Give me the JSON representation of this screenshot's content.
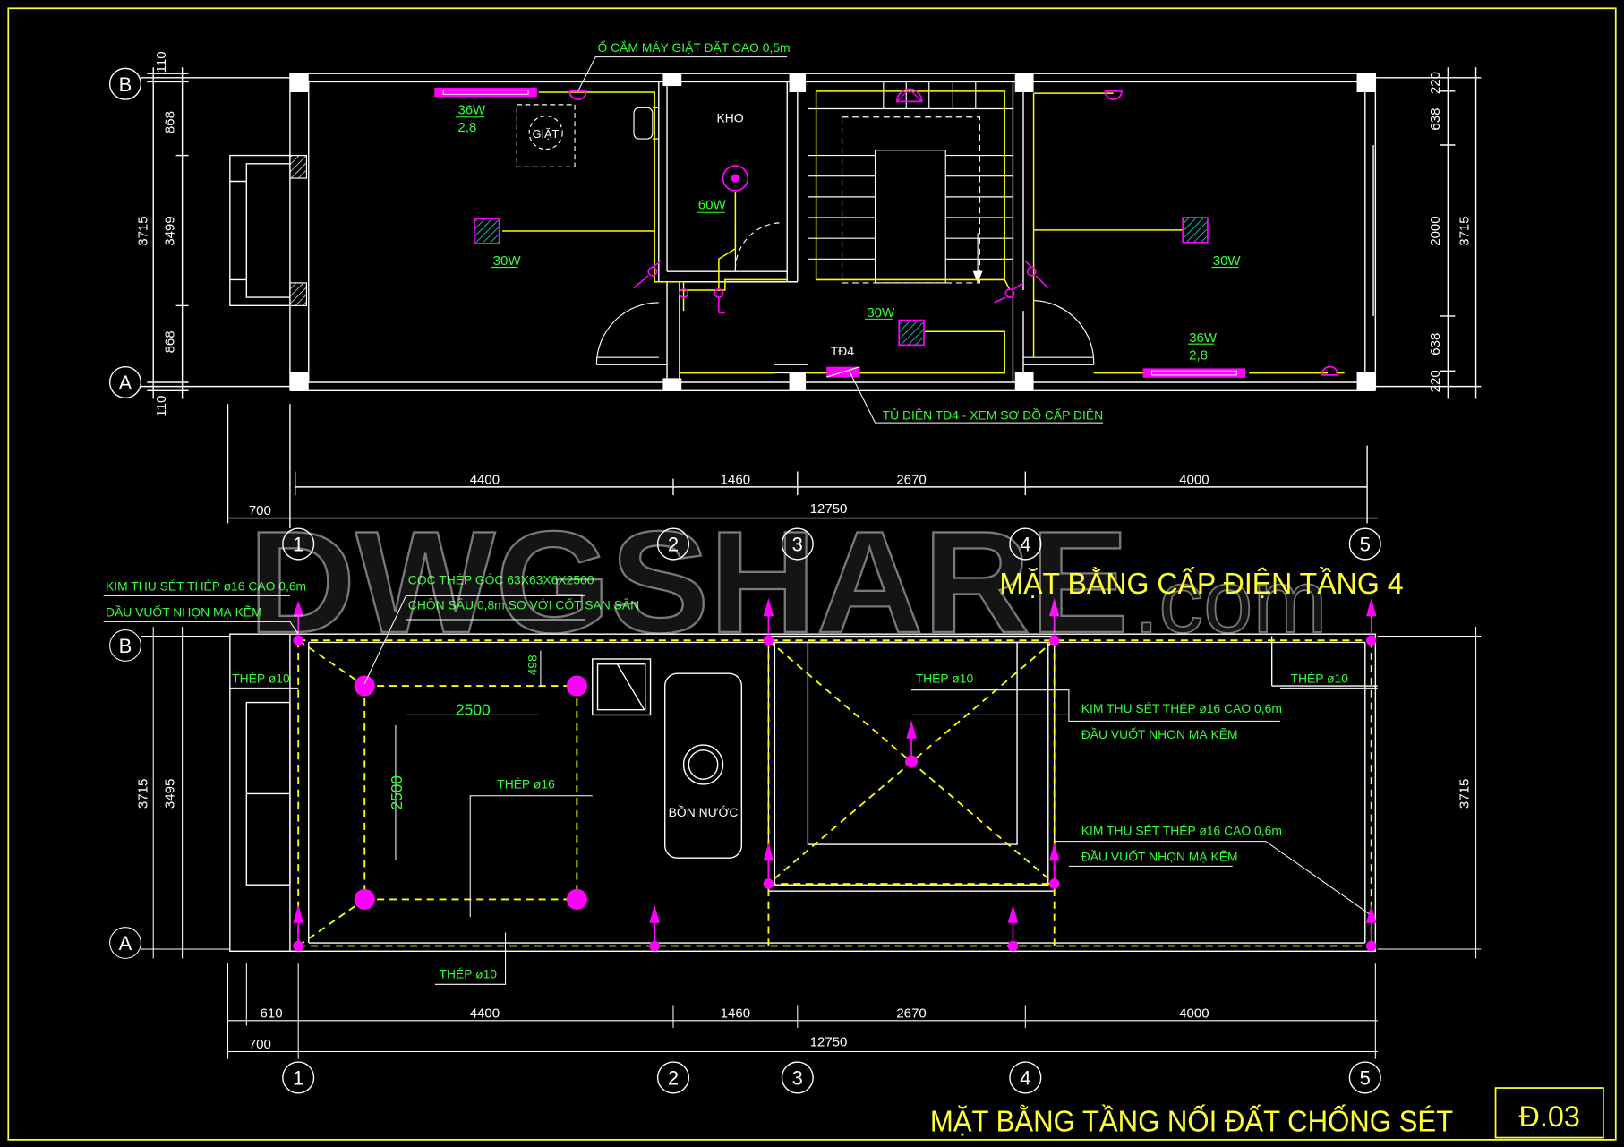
{
  "colors": {
    "background": "#000000",
    "wall": "#ffffff",
    "wiring": "#ffff00",
    "label": "#33ff33",
    "device": "#ff00ff",
    "dimension": "#ffffff",
    "title": "#ffff33",
    "fixture_fill": "#00e5e5"
  },
  "watermark": {
    "brand": "DWGSHARE",
    "suffix": ".com"
  },
  "sheet_code": "Đ.03",
  "plan_top": {
    "title": "MẶT BẰNG CẤP ĐIỆN TẦNG 4",
    "grid_rows": [
      "B",
      "A"
    ],
    "grid_cols": [
      "1",
      "2",
      "3",
      "4",
      "5"
    ],
    "room_labels": {
      "storage": "KHO",
      "washer": "GIẶT"
    },
    "annotations": {
      "washer_outlet": "Ổ CẮM MÁY GIẶT ĐẶT CAO 0,5m",
      "panel_ref": "TỦ ĐIỆN TĐ4 - XEM SƠ ĐỒ CẤP ĐIỆN",
      "panel_tag": "TĐ4"
    },
    "fixtures": {
      "tube_top_watt": "36W",
      "tube_top_len": "2,8",
      "tube_bottom_watt": "36W",
      "tube_bottom_len": "2,8",
      "lamp_left": "30W",
      "lamp_center": "30W",
      "lamp_right": "30W",
      "lamp_storage": "60W"
    },
    "dims_left": [
      "110",
      "868",
      "3715",
      "3499",
      "868",
      "110"
    ],
    "dims_right": [
      "220",
      "638",
      "2000",
      "3715",
      "638",
      "220"
    ],
    "dims_bottom_spans": [
      "4400",
      "1460",
      "2670",
      "4000"
    ],
    "dims_bottom_offset": "700",
    "dims_bottom_total": "12750"
  },
  "plan_bottom": {
    "title": "MẶT BẰNG TẦNG NỐI ĐẤT CHỐNG SÉT",
    "grid_rows": [
      "B",
      "A"
    ],
    "grid_cols": [
      "1",
      "2",
      "3",
      "4",
      "5"
    ],
    "labels": {
      "rod_note_left_1": "KIM THU SÉT THÉP ø16 CAO 0,6m",
      "rod_note_left_2": "ĐẦU VUỐT NHỌN MẠ KẼM",
      "stake_note_1": "CỌC THÉP GÓC 63X63X6X2500",
      "stake_note_2": "CHÔN SÂU 0,8m SO VỚI CỐT SAN SÂN",
      "steel10_left": "THÉP ø10",
      "steel10_center": "THÉP ø10",
      "steel10_right": "THÉP ø10",
      "steel10_bottom": "THÉP ø10",
      "steel16": "THÉP ø16",
      "rod_note_mid_1": "KIM THU SÉT THÉP ø16 CAO 0,6m",
      "rod_note_mid_2": "ĐẦU VUỐT NHỌN MẠ KẼM",
      "rod_note_low_1": "KIM THU SÉT THÉP ø16 CAO 0,6m",
      "rod_note_low_2": "ĐẦU VUỐT NHỌN MẠ KẼM",
      "water_tank": "BỒN NƯỚC"
    },
    "dims_inner": {
      "h": "2500",
      "v": "2500",
      "offset": "498"
    },
    "dims_left": [
      "3715",
      "3495"
    ],
    "dims_right": [
      "3715"
    ],
    "dims_bottom_spans": [
      "4400",
      "1460",
      "2670",
      "4000"
    ],
    "dims_bottom_left": "610",
    "dims_bottom_offset": "700",
    "dims_bottom_total": "12750"
  }
}
